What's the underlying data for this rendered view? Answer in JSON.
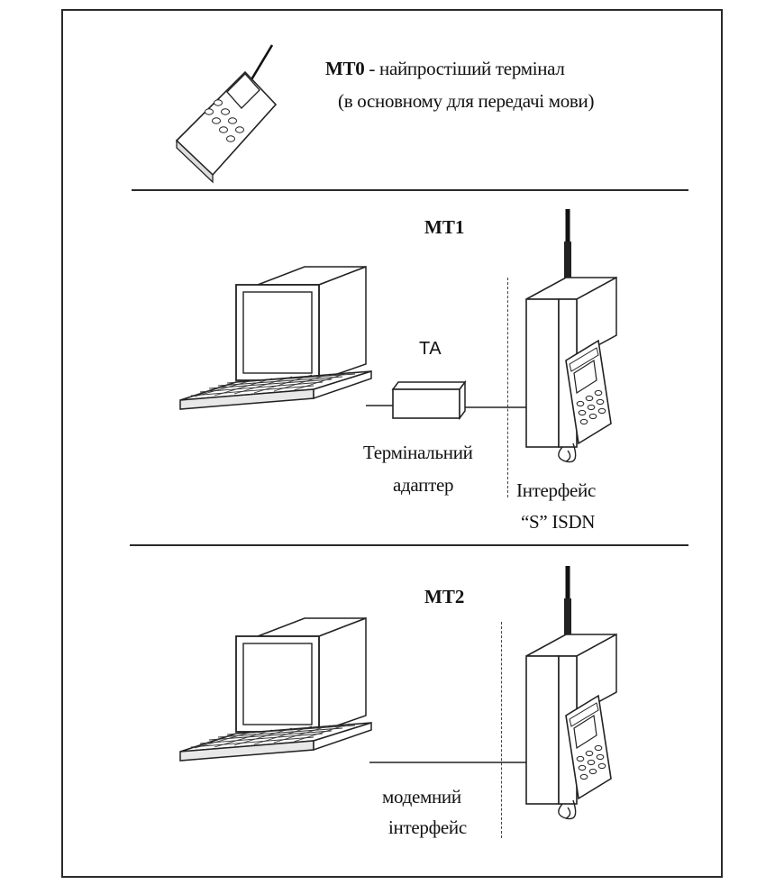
{
  "mt0": {
    "label": "МТ0",
    "description_line1": " - найпростіший термінал",
    "description_line2": "(в основному для передачі мови)"
  },
  "mt1": {
    "label": "МТ1",
    "ta_label": "ТА",
    "adapter_line1": "Термінальний",
    "adapter_line2": "адаптер",
    "interface_line1": "Інтерфейс",
    "interface_line2": "“S” ISDN"
  },
  "mt2": {
    "label": "МТ2",
    "modem_line1": "модемний",
    "modem_line2": "інтерфейс"
  },
  "icons": [
    "mobile-phone-icon",
    "computer-icon",
    "keyboard-icon",
    "terminal-adapter-icon",
    "base-station-icon",
    "handset-icon"
  ]
}
